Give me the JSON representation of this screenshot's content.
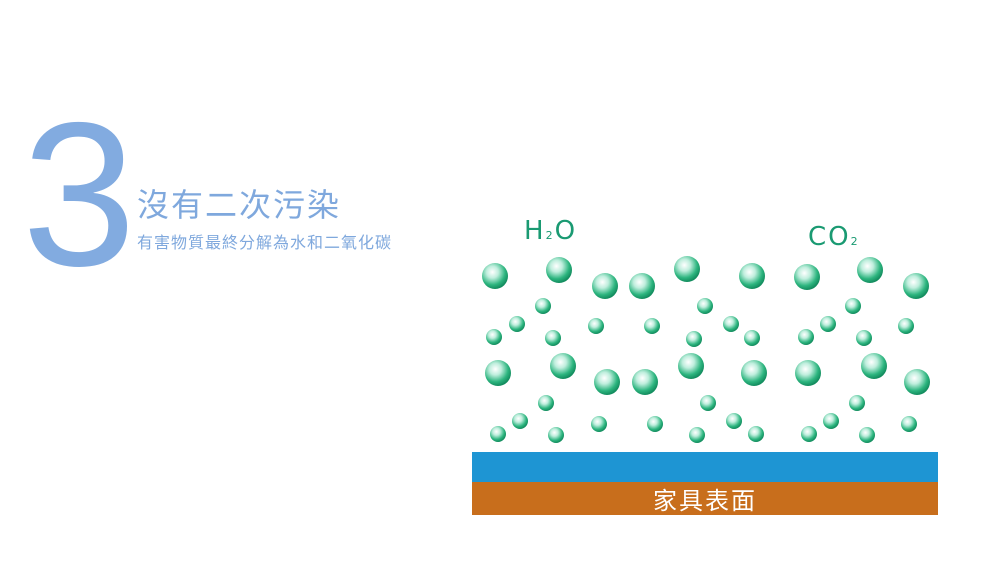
{
  "step_number": "3",
  "heading": "沒有二次污染",
  "subheading": "有害物質最終分解為水和二氧化碳",
  "formulas": {
    "h2o": {
      "main1": "H",
      "sub": "2",
      "main2": "O"
    },
    "co2": {
      "main1": "CO",
      "sub": "2"
    }
  },
  "surface_label": "家具表面",
  "colors": {
    "accent_text": "#7fa8dd",
    "formula_green": "#1a9a72",
    "particle_green": "#1ba46e",
    "surface_blue": "#1e95d3",
    "surface_brown": "#c86e1c"
  }
}
